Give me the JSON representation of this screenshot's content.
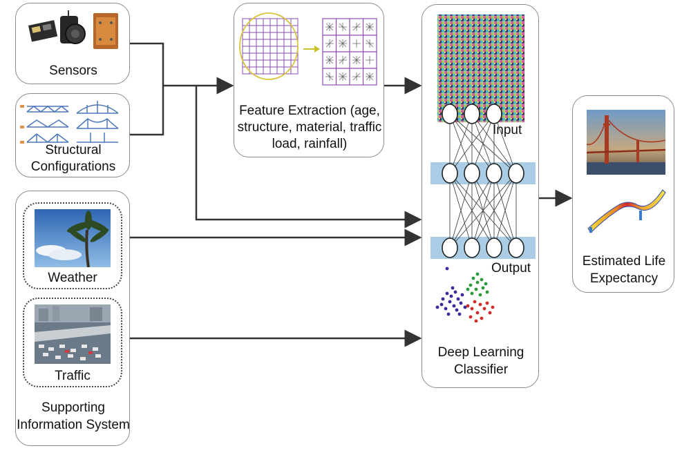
{
  "sensors": {
    "label": "Sensors"
  },
  "structural": {
    "label_line1": "Structural",
    "label_line2": "Configurations"
  },
  "feature": {
    "line1": "Feature Extraction (age,",
    "line2": "structure, material, traffic",
    "line3": "load, rainfall)"
  },
  "support": {
    "weather": "Weather",
    "traffic": "Traffic",
    "line1": "Supporting",
    "line2": "Information System"
  },
  "classifier": {
    "input": "Input",
    "output": "Output",
    "line1": "Deep Learning",
    "line2": "Classifier"
  },
  "result": {
    "line1": "Estimated Life",
    "line2": "Expectancy"
  }
}
